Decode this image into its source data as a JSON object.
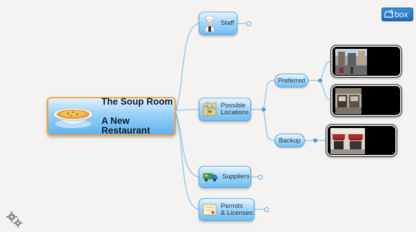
{
  "central": {
    "title_line1": "The Soup Room",
    "title_line2": "A New Restaurant",
    "icon": "soup-bowl-icon"
  },
  "topics": [
    {
      "id": "staff",
      "label": "Staff",
      "icon": "chef-icon"
    },
    {
      "id": "locations",
      "label": "Possible\nLocations",
      "icon": "map-icon"
    },
    {
      "id": "suppliers",
      "label": "Suppliers",
      "icon": "delivery-truck-icon"
    },
    {
      "id": "permits",
      "label": "Permits\n& Licenses",
      "icon": "certificate-icon"
    }
  ],
  "subtopics": {
    "preferred": {
      "label": "Preferred"
    },
    "backup": {
      "label": "Backup"
    }
  },
  "photos": [
    {
      "id": "preferred-photo-1",
      "icon": "storefront-photo"
    },
    {
      "id": "preferred-photo-2",
      "icon": "storefront-photo"
    },
    {
      "id": "backup-photo-1",
      "icon": "storefront-awning-photo"
    }
  ],
  "toolbar": {
    "box_label": "box",
    "box_icon": "box-cloud-icon",
    "settings_icon": "gears-icon"
  },
  "colors": {
    "connector": "#8cc3e6",
    "central_border": "#f0a040",
    "box_brand": "#1d6dbc"
  }
}
